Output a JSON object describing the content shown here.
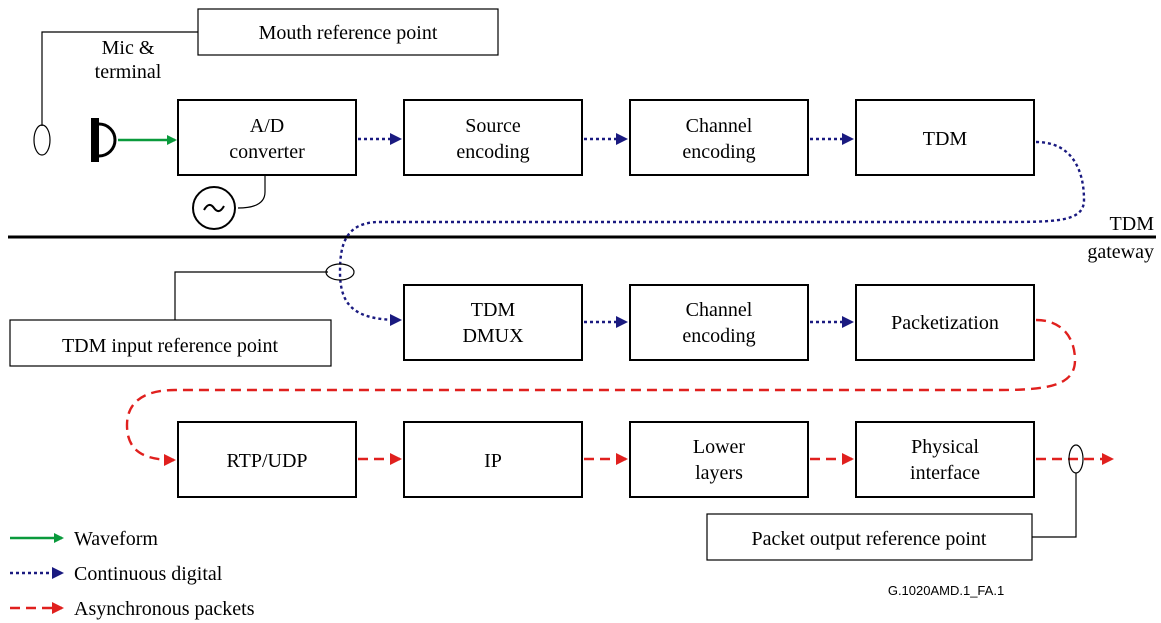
{
  "reference_points": {
    "mouth": "Mouth reference point",
    "tdm_input": "TDM input reference point",
    "packet_output": "Packet output reference point"
  },
  "labels": {
    "mic_terminal": [
      "Mic &",
      "terminal"
    ],
    "tdm_gateway": [
      "TDM",
      "gateway"
    ],
    "figure_code": "G.1020AMD.1_FA.1"
  },
  "row1": [
    {
      "id": "ad",
      "lines": [
        "A/D",
        "converter"
      ]
    },
    {
      "id": "source",
      "lines": [
        "Source",
        "encoding"
      ]
    },
    {
      "id": "channel1",
      "lines": [
        "Channel",
        "encoding"
      ]
    },
    {
      "id": "tdm",
      "lines": [
        "TDM"
      ]
    }
  ],
  "row2": [
    {
      "id": "tdm-dmux",
      "lines": [
        "TDM",
        "DMUX"
      ]
    },
    {
      "id": "channel2",
      "lines": [
        "Channel",
        "encoding"
      ]
    },
    {
      "id": "packetization",
      "lines": [
        "Packetization"
      ]
    }
  ],
  "row3": [
    {
      "id": "rtp-udp",
      "lines": [
        "RTP/UDP"
      ]
    },
    {
      "id": "ip",
      "lines": [
        "IP"
      ]
    },
    {
      "id": "lower-layers",
      "lines": [
        "Lower",
        "layers"
      ]
    },
    {
      "id": "physical-interface",
      "lines": [
        "Physical",
        "interface"
      ]
    }
  ],
  "legend": [
    {
      "kind": "waveform",
      "label": "Waveform"
    },
    {
      "kind": "digital",
      "label": "Continuous digital"
    },
    {
      "kind": "packets",
      "label": "Asynchronous packets"
    }
  ],
  "colors": {
    "waveform": "#0a9a3c",
    "digital": "#1a1a80",
    "packets": "#e0201e"
  }
}
